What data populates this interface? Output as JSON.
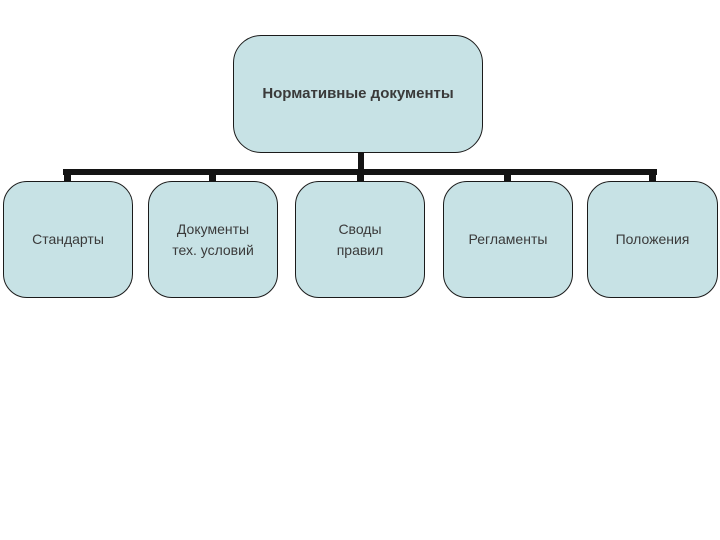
{
  "diagram": {
    "title": "Нормативные документы",
    "root": {
      "label": "Нормативные документы"
    },
    "children": [
      {
        "label": "Стандарты"
      },
      {
        "label": "Документы\nтех. условий"
      },
      {
        "label": "Своды\nправил"
      },
      {
        "label": "Регламенты"
      },
      {
        "label": "Положения"
      }
    ],
    "colors": {
      "background": "#ffffff",
      "node_fill": "#c7e2e5",
      "node_border": "#1b1b1b",
      "connector": "#141414",
      "text": "#3a3a3a"
    }
  }
}
